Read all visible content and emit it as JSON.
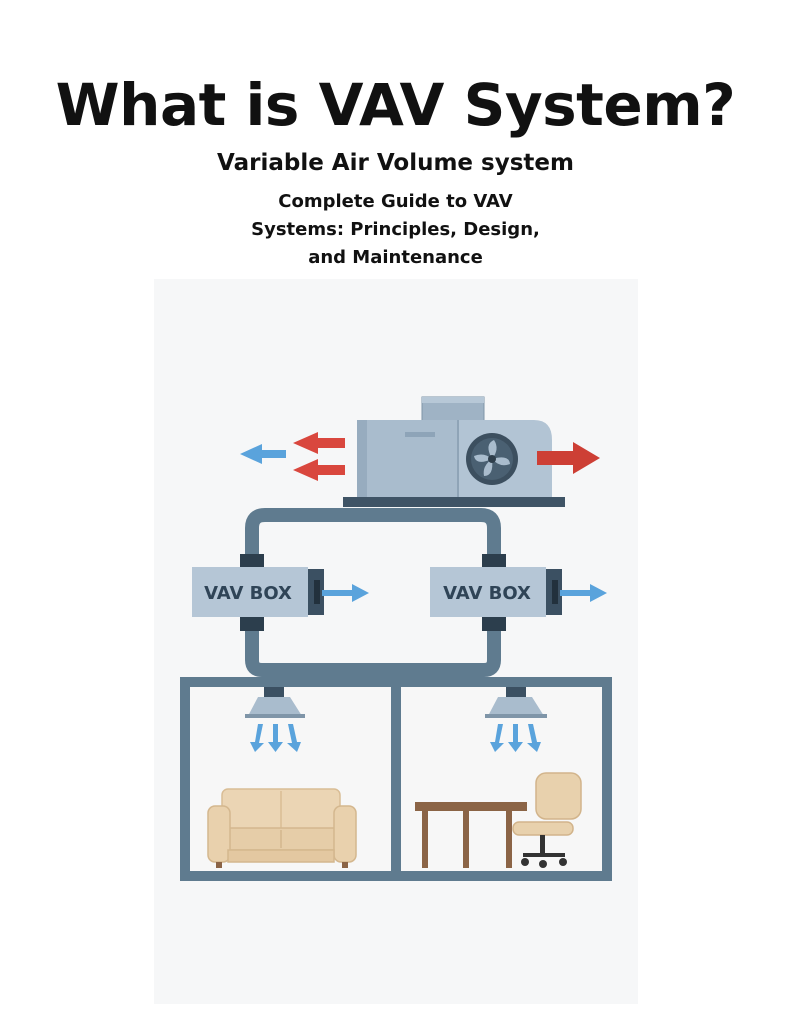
{
  "header": {
    "title": "What is VAV System?",
    "subtitle": "Variable Air Volume system",
    "guide_lines": [
      "Complete Guide to VAV",
      "Systems: Principles, Design,",
      "and Maintenance"
    ]
  },
  "diagram": {
    "vav_box_labels": [
      "VAV BOX",
      "VAV BOX"
    ],
    "colors": {
      "duct": "#5f7b8f",
      "unit_body": "#a9bccd",
      "unit_dark": "#475d6e",
      "vav_box": "#b5c6d6",
      "supply_arrow": "#5aa3dc",
      "exhaust_arrow": "#d9473e",
      "sofa": "#e9d3b1",
      "table": "#8b6446",
      "chair": "#e8d1ad"
    },
    "icons": [
      "air-handling-unit-icon",
      "fan-icon",
      "vav-box-icon",
      "diffuser-icon",
      "sofa-icon",
      "table-icon",
      "office-chair-icon"
    ]
  }
}
